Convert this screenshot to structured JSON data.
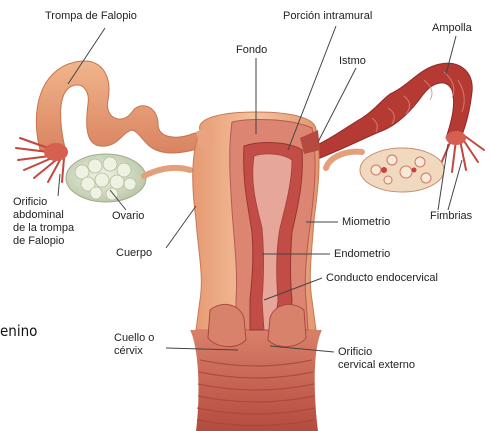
{
  "labels": {
    "trompa": "Trompa de Falopio",
    "porcion_intramural": "Porción intramural",
    "ampolla": "Ampolla",
    "fondo": "Fondo",
    "istmo": "Istmo",
    "orificio_abdominal": "Orificio\nabdominal\nde la trompa\nde Falopio",
    "ovario": "Ovario",
    "cuerpo": "Cuerpo",
    "miometrio": "Miometrio",
    "fimbrias": "Fimbrias",
    "endometrio": "Endometrio",
    "conducto_endocervical": "Conducto endocervical",
    "cuello": "Cuello o\ncérvix",
    "orificio_cervical": "Orificio\ncervical externo",
    "cut_text": "enino"
  },
  "colors": {
    "tissue_outer": "#e8a07a",
    "tissue_light": "#f2bf9a",
    "myometrium": "#d97a6a",
    "endometrium": "#b8433f",
    "tube_red": "#b5403a",
    "ovary": "#dde5cc",
    "vagina": "#c25a4c",
    "leader": "#444444"
  }
}
